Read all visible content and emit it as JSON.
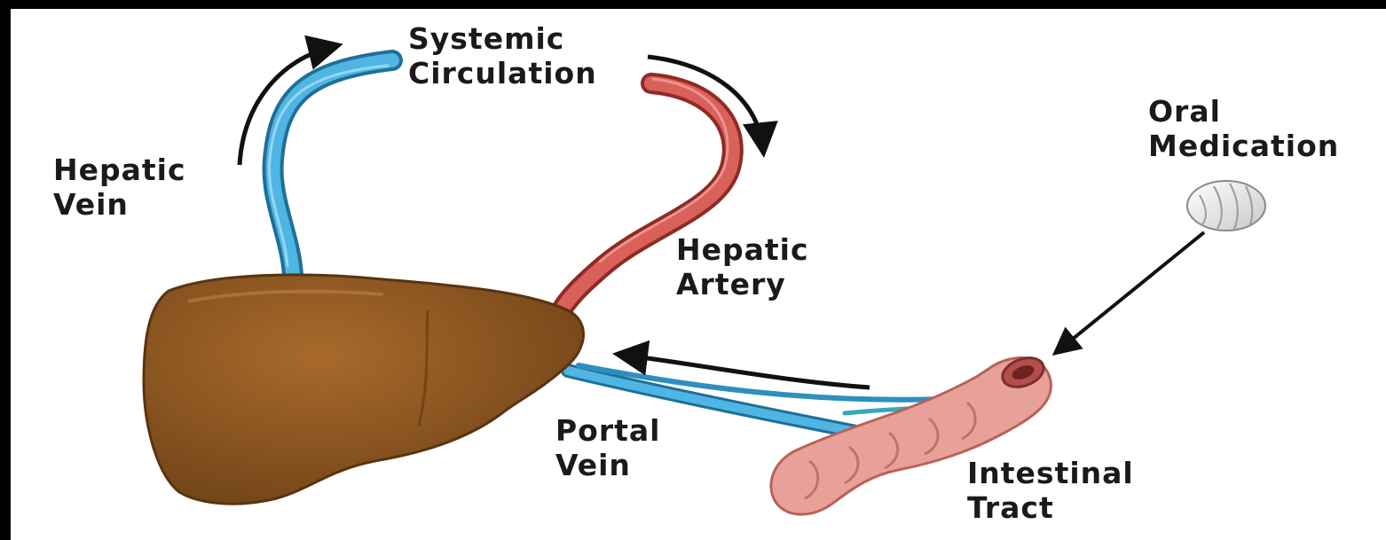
{
  "colors": {
    "vein": "#3ea6d6",
    "vein_dark": "#1f6f98",
    "artery": "#d2564c",
    "artery_dark": "#8f2a24",
    "liver": "#8c5620",
    "liver_dark": "#5a3310",
    "intestine": "#e49a90",
    "intestine_dark": "#b8625a",
    "pill": "#ececec",
    "arrow": "#111111"
  },
  "labels": {
    "systemic_circulation": [
      "Systemic",
      "Circulation"
    ],
    "hepatic_vein": [
      "Hepatic",
      "Vein"
    ],
    "hepatic_artery": [
      "Hepatic",
      "Artery"
    ],
    "oral_medication": [
      "Oral",
      "Medication"
    ],
    "portal_vein": [
      "Portal",
      "Vein"
    ],
    "intestinal_tract": [
      "Intestinal",
      "Tract"
    ]
  },
  "icons": {
    "liver": "liver-organ",
    "intestine": "intestinal-tract",
    "pill": "oral-pill",
    "flow": "flow-arrow"
  }
}
